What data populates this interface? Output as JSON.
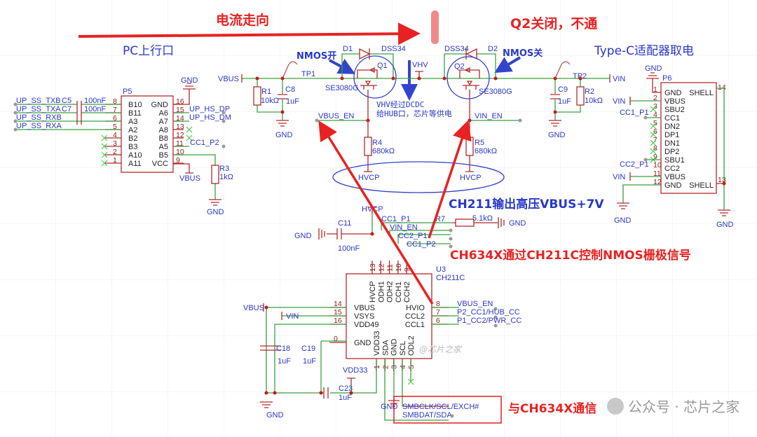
{
  "annotations": {
    "current_direction": "电流走向",
    "q2_off": "Q2关闭，不通",
    "pc_upstream": "PC上行口",
    "typec_power": "Type-C适配器取电",
    "nmos_on": "NMOS开",
    "nmos_off": "NMOS关",
    "vhv_note_1": "VHV经过DCDC",
    "vhv_note_2": "给HUB口，芯片等供电",
    "ch211_output": "CH211输出高压VBUS+7V",
    "ch634_control": "CH634X通过CH211C控制NMOS栅极信号",
    "ch634_comm": "与CH634X通信",
    "watermark_small": "@芯片之家",
    "watermark": "公众号 · 芯片之家"
  },
  "colors": {
    "wire": "#3aa040",
    "component": "#b42a2a",
    "net_label": "#2a36c8",
    "annotation_red": "#e82222",
    "annotation_blue": "#2838c8"
  },
  "nets": {
    "vbus": "VBUS",
    "vin": "VIN",
    "gnd": "GND",
    "vhv": "VHV",
    "hvcp": "HVCP",
    "vbus_en": "VBUS_EN",
    "vin_en": "VIN_EN",
    "tp1": "TP1",
    "tp2": "TP2",
    "cc1_p1": "CC1_P1",
    "cc2_p1": "CC2_P1",
    "cc1_p2": "CC1_P2",
    "vdd33": "VDD33",
    "up_ss_txb": "UP_SS_TXB",
    "up_ss_txa": "UP_SS_TXA",
    "up_ss_rxb": "UP_SS_RXB",
    "up_ss_rxa": "UP_SS_RXA",
    "up_hs_dp": "UP_HS_DP",
    "up_hs_dm": "UP_HS_DM",
    "p2_cc1": "P2_CC1/HUB_CC",
    "p1_cc2": "P1_CC2/PWR_CC",
    "smbclk": "SMBCLK/SCL/EXCH#",
    "smbdat": "SMBDAT/SDA"
  },
  "components": {
    "r1": {
      "ref": "R1",
      "value": "10kΩ"
    },
    "c8": {
      "ref": "C8",
      "value": "1uF"
    },
    "q1": {
      "ref": "Q1",
      "value": "SE3080G"
    },
    "d1": {
      "ref": "D1",
      "value": "DSS34"
    },
    "q2": {
      "ref": "Q2",
      "value": "SE3080G"
    },
    "d2": {
      "ref": "D2",
      "value": "DSS34"
    },
    "r4": {
      "ref": "R4",
      "value": "680kΩ"
    },
    "r5": {
      "ref": "R5",
      "value": "680kΩ"
    },
    "c9": {
      "ref": "C9",
      "value": "1uF"
    },
    "r2": {
      "ref": "R2",
      "value": "10kΩ"
    },
    "r3": {
      "ref": "R3",
      "value": "1kΩ"
    },
    "c5": {
      "ref": "C5",
      "value": "100nF"
    },
    "c7": {
      "ref": "C7",
      "value": "100nF"
    },
    "c11": {
      "ref": "C11",
      "value": "100nF"
    },
    "r7": {
      "ref": "R7",
      "value": "5.1kΩ"
    },
    "c18": {
      "ref": "C18",
      "value": "1uF"
    },
    "c19": {
      "ref": "C19",
      "value": "1uF"
    },
    "c23": {
      "ref": "C23",
      "value": "1uF"
    }
  },
  "p5": {
    "ref": "P5",
    "left_pins": [
      {
        "num": "8",
        "name": "B10"
      },
      {
        "num": "7",
        "name": "B11"
      },
      {
        "num": "6",
        "name": "A3"
      },
      {
        "num": "5",
        "name": "A2"
      },
      {
        "num": "4",
        "name": "B2"
      },
      {
        "num": "3",
        "name": "B3"
      },
      {
        "num": "2",
        "name": "A10"
      },
      {
        "num": "1",
        "name": "A11"
      }
    ],
    "right_pins": [
      {
        "num": "16",
        "name": "GND"
      },
      {
        "num": "15",
        "name": "A6"
      },
      {
        "num": "14",
        "name": "A7"
      },
      {
        "num": "13",
        "name": "A8"
      },
      {
        "num": "12",
        "name": "B8"
      },
      {
        "num": "11",
        "name": "A5"
      },
      {
        "num": "10",
        "name": "B5"
      },
      {
        "num": "9",
        "name": "VCC"
      }
    ]
  },
  "p6": {
    "ref": "P6",
    "left_pins": [
      {
        "num": "1",
        "name": "GND"
      },
      {
        "num": "2",
        "name": "VBUS"
      },
      {
        "num": "3",
        "name": "SBU2"
      },
      {
        "num": "4",
        "name": "CC1"
      },
      {
        "num": "5",
        "name": "DN2"
      },
      {
        "num": "6",
        "name": "DP1"
      },
      {
        "num": "7",
        "name": "DN1"
      },
      {
        "num": "8",
        "name": "DP2"
      },
      {
        "num": "9",
        "name": "SBU1"
      },
      {
        "num": "10",
        "name": "CC2"
      },
      {
        "num": "11",
        "name": "VBUS"
      },
      {
        "num": "12",
        "name": "GND"
      }
    ],
    "right_pins": [
      {
        "num": "14",
        "name": "SHELL"
      },
      {
        "num": "13",
        "name": "SHELL"
      }
    ]
  },
  "u3": {
    "ref": "U3",
    "part": "CH211C",
    "top_pins": [
      {
        "num": "13",
        "name": "HVCP"
      },
      {
        "num": "12",
        "name": "ODH1"
      },
      {
        "num": "11",
        "name": "ODH2"
      },
      {
        "num": "10",
        "name": "CCH1"
      },
      {
        "num": "9",
        "name": "CCH2"
      }
    ],
    "left_pins": [
      {
        "num": "14",
        "name": "VBUS"
      },
      {
        "num": "15",
        "name": "VSYS"
      },
      {
        "num": "16",
        "name": "VDD49"
      },
      {
        "num": "0",
        "name": "GND"
      }
    ],
    "right_pins": [
      {
        "num": "8",
        "name": "HVIO"
      },
      {
        "num": "7",
        "name": "CCL2"
      },
      {
        "num": "6",
        "name": "CCL1"
      }
    ],
    "bottom_pins": [
      {
        "num": "1",
        "name": "VDD33"
      },
      {
        "num": "2",
        "name": "SDA"
      },
      {
        "num": "3",
        "name": "GND"
      },
      {
        "num": "4",
        "name": "SCL"
      },
      {
        "num": "5",
        "name": "ODL2"
      }
    ]
  }
}
